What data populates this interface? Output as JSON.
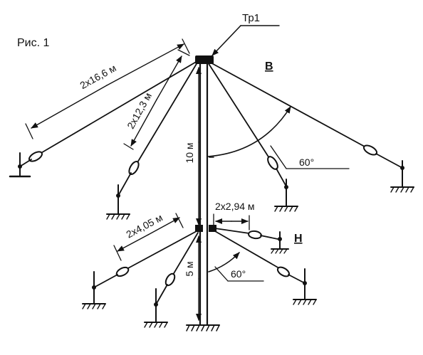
{
  "figure": {
    "caption": "Рис. 1",
    "transformer": "Тр1",
    "upper_antenna": "В",
    "lower_antenna": "Н"
  },
  "dimensions": {
    "upper_long": "2х16,6 м",
    "upper_short": "2х12,3 м",
    "upper_height": "10 м",
    "upper_angle": "60°",
    "lower_left": "2х4,05 м",
    "lower_right": "2х2,94 м",
    "lower_height": "5 м",
    "lower_angle": "60°"
  }
}
